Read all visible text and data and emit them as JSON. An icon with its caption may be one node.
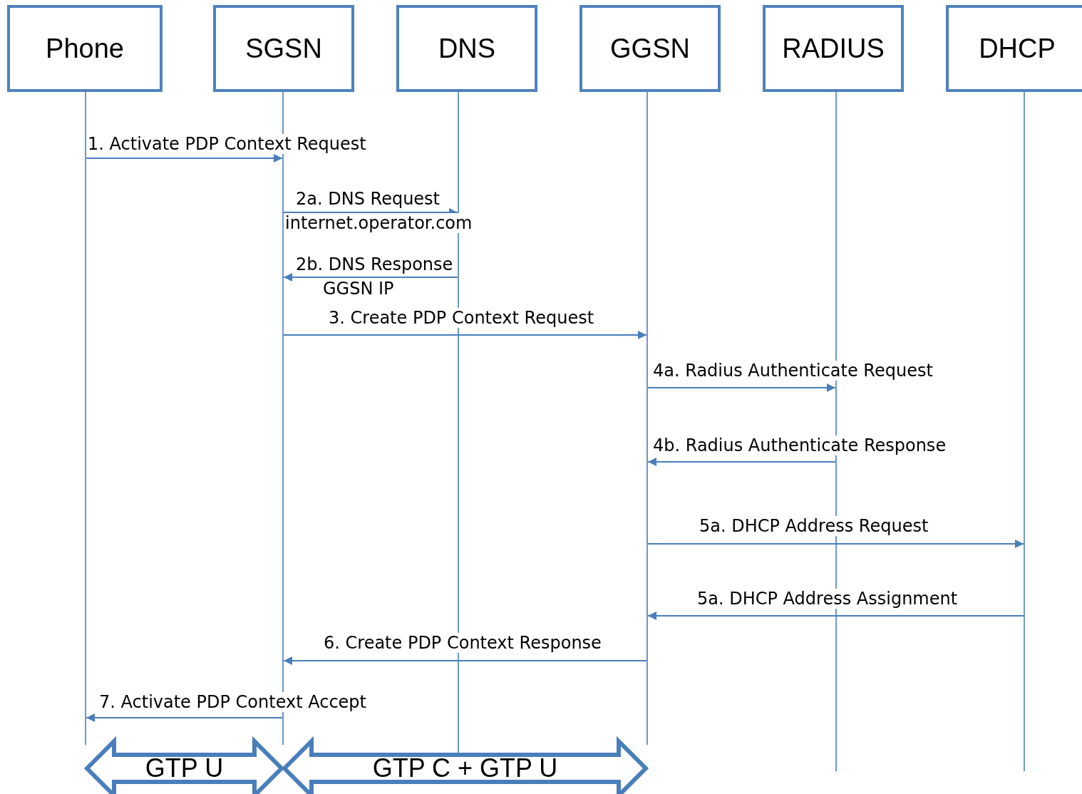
{
  "diagram": {
    "nodes": [
      {
        "text": [
          "Phone"
        ]
      },
      {
        "text": [
          "SGSN"
        ]
      },
      {
        "text": [
          "DNS"
        ]
      },
      {
        "text": [
          "GGSN"
        ]
      },
      {
        "text": [
          "RADIUS"
        ]
      },
      {
        "text": [
          "DHCP"
        ]
      }
    ],
    "edges": [
      {
        "from": 0,
        "to": 1,
        "arrow": "to",
        "label": "1. Activate PDP Context Request"
      },
      {
        "from": 1,
        "to": 2,
        "arrow": "to",
        "label": "2a. DNS Request"
      },
      {
        "from": 2,
        "to": 1,
        "arrow": "to",
        "label": "2b. DNS Response"
      },
      {
        "from": 1,
        "to": 3,
        "arrow": "to",
        "label": "3. Create PDP Context Request"
      },
      {
        "from": 3,
        "to": 4,
        "arrow": "to",
        "label": "4a. Radius Authenticate Request"
      },
      {
        "from": 4,
        "to": 3,
        "arrow": "to",
        "label": "4b. Radius Authenticate Response"
      },
      {
        "from": 3,
        "to": 5,
        "arrow": "to",
        "label": "5a. DHCP Address Request"
      },
      {
        "from": 5,
        "to": 3,
        "arrow": "to",
        "label": "5a. DHCP Address Assignment"
      },
      {
        "from": 3,
        "to": 1,
        "arrow": "to",
        "label": "6. Create PDP Context Response"
      },
      {
        "from": 1,
        "to": 0,
        "arrow": "to",
        "label": "7. Activate PDP Context Accept"
      },
      {
        "from": 0,
        "to": 1,
        "arrow": "both",
        "label": "GTP U",
        "style": "thick"
      },
      {
        "from": 1,
        "to": 3,
        "arrow": "both",
        "label": "GTP C + GTP U",
        "style": "thick"
      }
    ],
    "labels": [
      "internet.operator.com",
      "GGSN IP"
    ]
  }
}
